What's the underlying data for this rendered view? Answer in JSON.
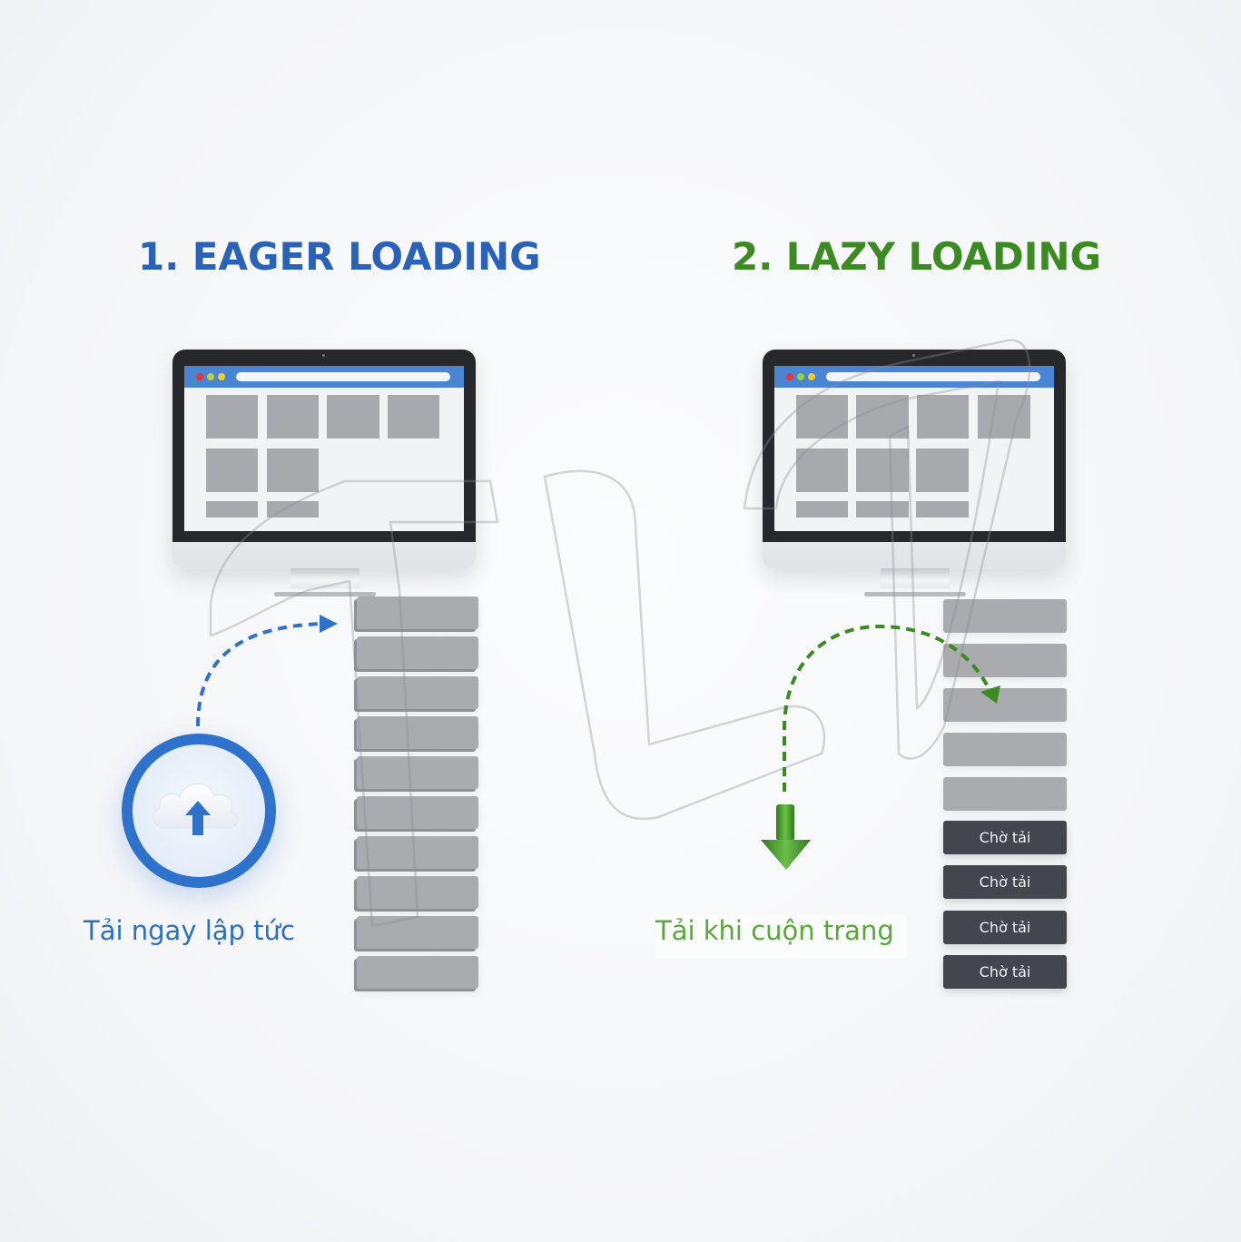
{
  "eager": {
    "title": "1. EAGER LOADING",
    "caption": "Tải ngay lập tức",
    "icon": "cloud-upload-icon",
    "accent_color": "#2a62b8",
    "loaded_blocks": 10
  },
  "lazy": {
    "title": "2. LAZY LOADING",
    "caption": "Tải khi cuộn trang",
    "icon": "arrow-down-icon",
    "accent_color": "#3c8a22",
    "loaded_blocks": 5,
    "pending_blocks": [
      {
        "label": "Chờ tải"
      },
      {
        "label": "Chờ tải"
      },
      {
        "label": "Chờ tải"
      },
      {
        "label": "Chờ tải"
      }
    ]
  },
  "browser": {
    "dot_colors": [
      "#e8323c",
      "#b9d23a",
      "#f0cc2a"
    ],
    "bar_color": "#4a85d4"
  },
  "watermark": {
    "text": "TLD"
  }
}
